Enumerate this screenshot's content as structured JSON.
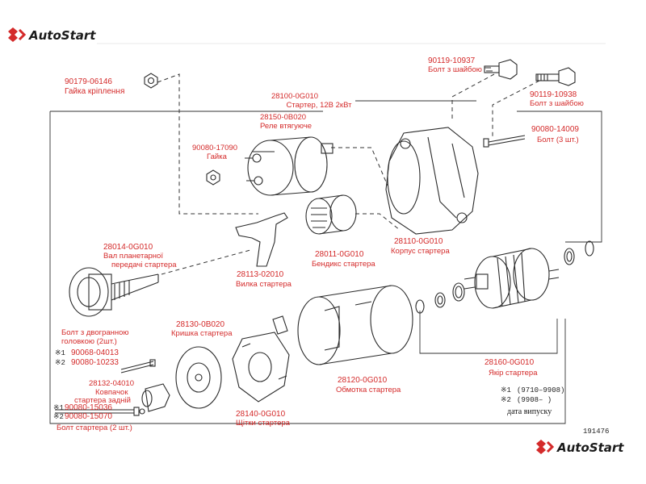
{
  "brand": {
    "name": "AutoStart",
    "accent": "#d42a2a"
  },
  "diagram_id": "191476",
  "parts": [
    {
      "key": "nut",
      "code": "90179-06146",
      "name": "Гайка кріплення"
    },
    {
      "key": "starter",
      "code": "28100-0G010",
      "name": "Стартер, 12В 2кВт"
    },
    {
      "key": "bolt1",
      "code": "90119-10937",
      "name": "Болт з шайбою"
    },
    {
      "key": "bolt2",
      "code": "90119-10938",
      "name": "Болт з шайбою"
    },
    {
      "key": "solenoid",
      "code": "28150-0B020",
      "name": "Реле втягуюче"
    },
    {
      "key": "nut2",
      "code": "90080-17090",
      "name": "Гайка"
    },
    {
      "key": "bolt3",
      "code": "90080-14009",
      "name": "Болт (3 шт.)"
    },
    {
      "key": "shaft",
      "code": "28014-0G010",
      "name1": "Вал планетарної",
      "name2": "передачі  стартера"
    },
    {
      "key": "bendix",
      "code": "28011-0G010",
      "name": "Бендикс стартера"
    },
    {
      "key": "housing",
      "code": "28110-0G010",
      "name": "Корпус стартера"
    },
    {
      "key": "fork",
      "code": "28113-02010",
      "name": "Вилка стартера"
    },
    {
      "key": "cover",
      "code": "28130-0B020",
      "name": "Кришка стартера"
    },
    {
      "key": "armature",
      "code": "28160-0G010",
      "name": "Якір стартера"
    },
    {
      "key": "brushes",
      "code": "28140-0G010",
      "name": "Щітки стартера"
    },
    {
      "key": "winding",
      "code": "28120-0G010",
      "name": "Обмотка стартера"
    },
    {
      "key": "cap",
      "code": "28132-04010",
      "name1": "Ковпачок",
      "name2": "стартера задній"
    }
  ],
  "twin_bolt": {
    "title1": "Болт з двогранною",
    "title2": "головкою (2шт.)",
    "m1": "※1",
    "m2": "※2",
    "code1": "90068-04013",
    "code2": "90080-10233"
  },
  "starter_bolt": {
    "m1": "※1",
    "m2": "※2",
    "code1": "90080-15036",
    "code2": "90080-15070",
    "name": "Болт стартера (2 шт.)"
  },
  "legend": {
    "r1_mark": "※1",
    "r1_range": "(9710–9908)",
    "r2_mark": "※2",
    "r2_range": "(9908–      )",
    "caption": "дата випуску"
  }
}
